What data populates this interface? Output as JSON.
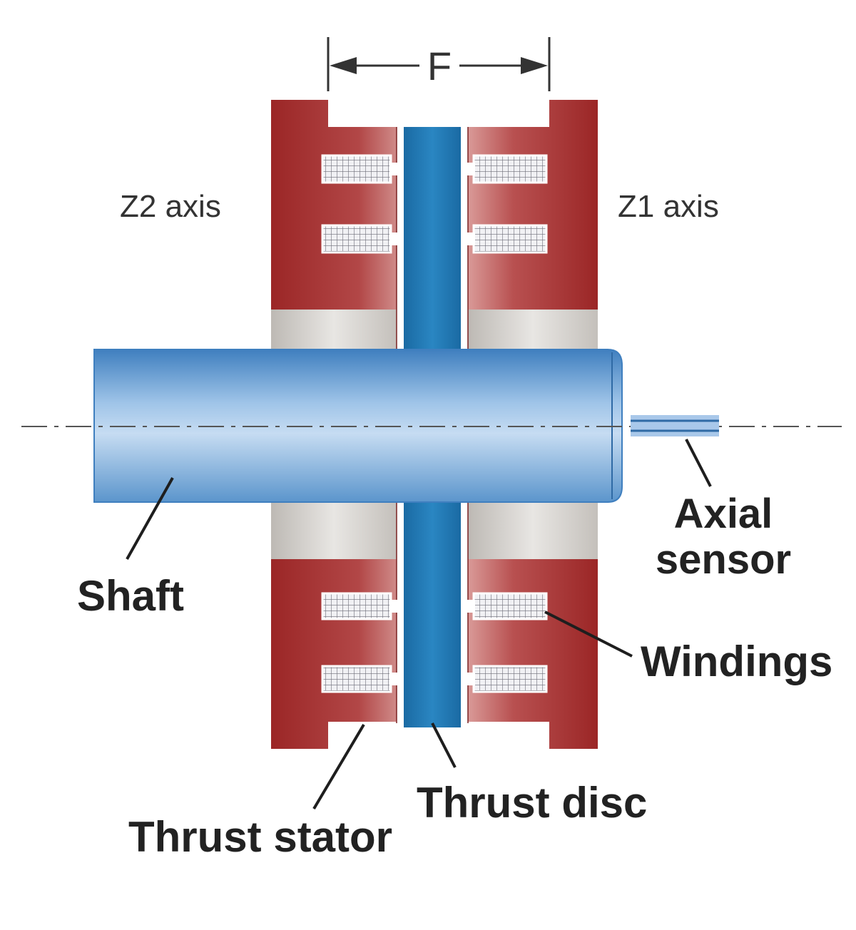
{
  "labels": {
    "gap": "F",
    "z2_axis": "Z2 axis",
    "z1_axis": "Z1 axis",
    "axial_sensor_line1": "Axial",
    "axial_sensor_line2": "sensor",
    "shaft": "Shaft",
    "windings": "Windings",
    "thrust_disc": "Thrust disc",
    "thrust_stator": "Thrust stator"
  },
  "colors": {
    "stator": "#9e2a2a",
    "stator_light": "#c97a7a",
    "thrust_disc": "#1f74ad",
    "shaft_light": "#b8d3ee",
    "shaft_dark": "#4f8cc5",
    "bearing_gap": "#d6d3cf",
    "winding": "#e9e9ec",
    "leader": "#1e1e1e"
  }
}
